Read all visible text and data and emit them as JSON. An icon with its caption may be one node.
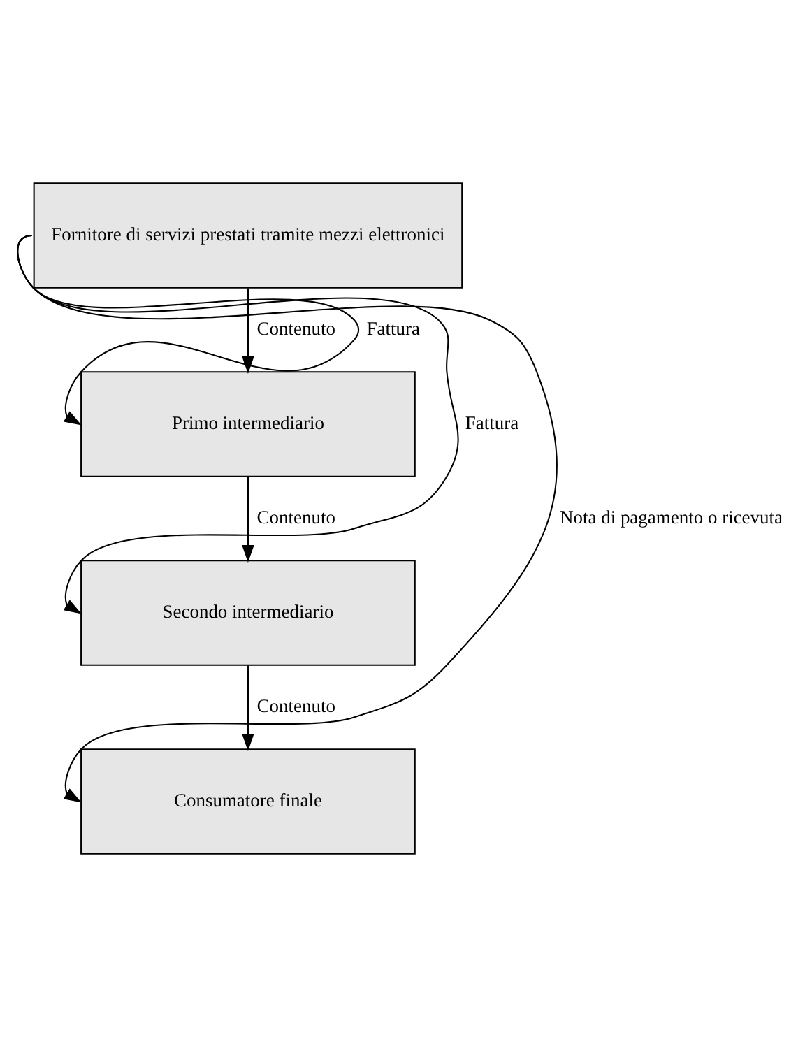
{
  "diagram": {
    "nodes": [
      {
        "text": [
          "Fornitore di servizi prestati tramite mezzi elettronici"
        ]
      },
      {
        "text": [
          "Primo intermediario"
        ]
      },
      {
        "text": [
          "Secondo intermediario"
        ]
      },
      {
        "text": [
          "Consumatore finale"
        ]
      }
    ],
    "edges": [
      {
        "from": 0,
        "to": 1,
        "arrow": "to",
        "label": "Contenuto"
      },
      {
        "from": 1,
        "to": 2,
        "arrow": "to",
        "label": "Contenuto"
      },
      {
        "from": 2,
        "to": 3,
        "arrow": "to",
        "label": "Contenuto"
      },
      {
        "from": 0,
        "to": 1,
        "arrow": "to",
        "label": "Fattura"
      },
      {
        "from": 0,
        "to": 2,
        "arrow": "to",
        "label": "Fattura"
      },
      {
        "from": 0,
        "to": 3,
        "arrow": "to",
        "label": "Nota di pagamento o ricevuta"
      }
    ]
  }
}
